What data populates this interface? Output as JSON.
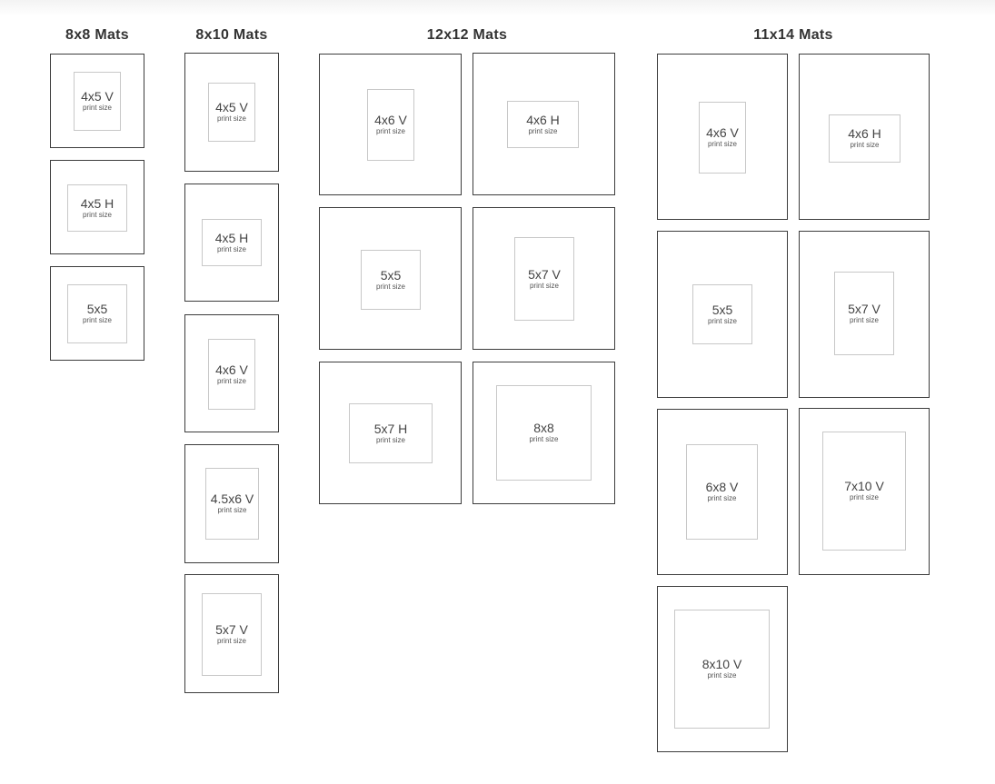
{
  "headings": {
    "col8x8": "8x8 Mats",
    "col8x10": "8x10 Mats",
    "col12x12": "12x12 Mats",
    "col11x14": "11x14 Mats"
  },
  "sub_label": "print size",
  "mats": {
    "m8x8": [
      "4x5 V",
      "4x5 H",
      "5x5"
    ],
    "m8x10": [
      "4x5 V",
      "4x5 H",
      "4x6 V",
      "4.5x6 V",
      "5x7 V"
    ],
    "m12x12": [
      "4x6 V",
      "4x6 H",
      "5x5",
      "5x7 V",
      "5x7 H",
      "8x8"
    ],
    "m11x14": [
      "4x6 V",
      "4x6 H",
      "5x5",
      "5x7 V",
      "6x8 V",
      "7x10 V",
      "8x10 V"
    ]
  }
}
